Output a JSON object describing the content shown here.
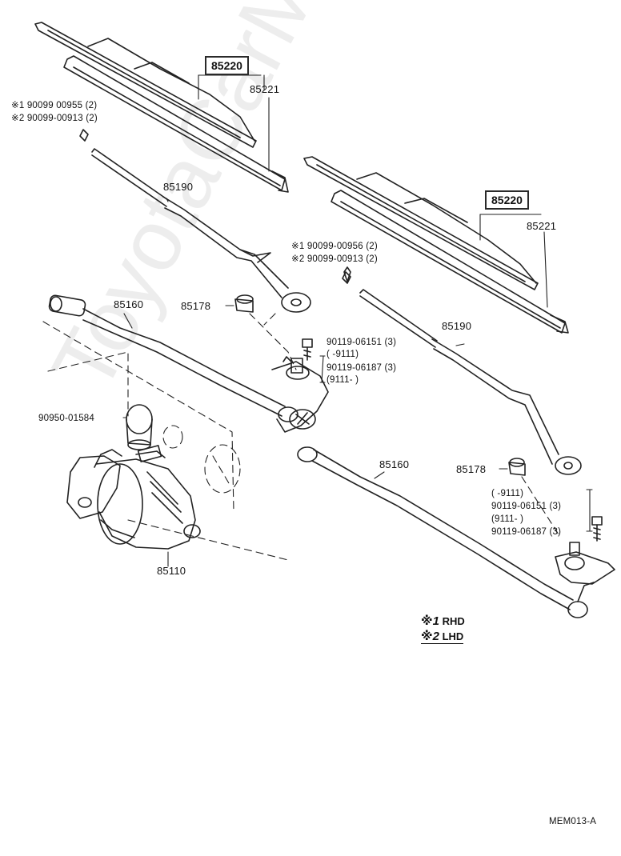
{
  "diagram": {
    "labels": {
      "blade_assy_left": "85220",
      "blade_insert_left": "85221",
      "screw_note_left_1": "※1 90099 00955 (2)",
      "screw_note_left_2": "※2 90099-00913 (2)",
      "arm_left": "85190",
      "link_left": "85160",
      "cap_left": "85178",
      "nut_left_1": "90119-06151 (3)",
      "nut_left_1_range": "(      -9111)",
      "nut_left_2": "90119-06187 (3)",
      "nut_left_2_range": "(9111-        )",
      "motor_cover": "90950-01584",
      "motor": "85110",
      "blade_assy_right": "85220",
      "blade_insert_right": "85221",
      "screw_note_right_1": "※1 90099-00956 (2)",
      "screw_note_right_2": "※2 90099-00913 (2)",
      "arm_right": "85190",
      "link_right": "85160",
      "cap_right": "85178",
      "nut_right_range_1": "(         -9111)",
      "nut_right_1": "90119-06151 (3)",
      "nut_right_range_2": "(9111-          )",
      "nut_right_2": "90119-06187 (3)",
      "code": "MEM013-A"
    },
    "legend": [
      {
        "mark": "※1",
        "text": "RHD"
      },
      {
        "mark": "※2",
        "text": "LHD"
      }
    ],
    "watermark": "ToyotaCarMine.ru"
  }
}
